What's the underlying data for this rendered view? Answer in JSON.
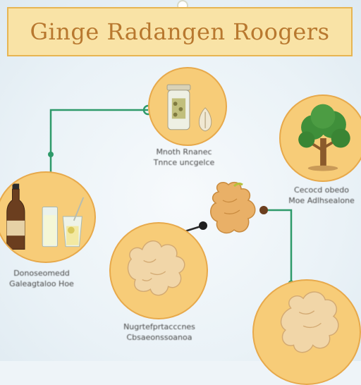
{
  "header": {
    "title": "Ginge Radangen Roogers"
  },
  "nodes": [
    {
      "name": "jar-node",
      "caption_lines": [
        "Mnoth Rnanec",
        "Tnnce uncgelce"
      ],
      "icons": [
        "jar-icon",
        "seed-icon"
      ]
    },
    {
      "name": "tree-node",
      "caption_lines": [
        "Cecocd obedo",
        "Moe Adlhsealone"
      ],
      "icons": [
        "tree-icon"
      ]
    },
    {
      "name": "drinks-node",
      "caption_lines": [
        "Donoseomedd",
        "Galeagtaloo Hoe"
      ],
      "icons": [
        "bottle-icon",
        "glass-icon",
        "lemon-glass-icon"
      ]
    },
    {
      "name": "ginger-root-node",
      "caption_lines": [
        "Nugrtefprtacccnes",
        "Cbsaeonssoanoa"
      ],
      "icons": [
        "ginger-root-icon"
      ]
    },
    {
      "name": "ginger-bottom-node",
      "caption_lines": [],
      "icons": [
        "ginger-root-icon"
      ]
    }
  ],
  "colors": {
    "banner_fill": "#f9e3a6",
    "banner_border": "#e7b552",
    "title_text": "#b8782f",
    "node_fill": "#f7cc78",
    "node_border": "#e7a94b",
    "connector": "#2e9a6a"
  }
}
